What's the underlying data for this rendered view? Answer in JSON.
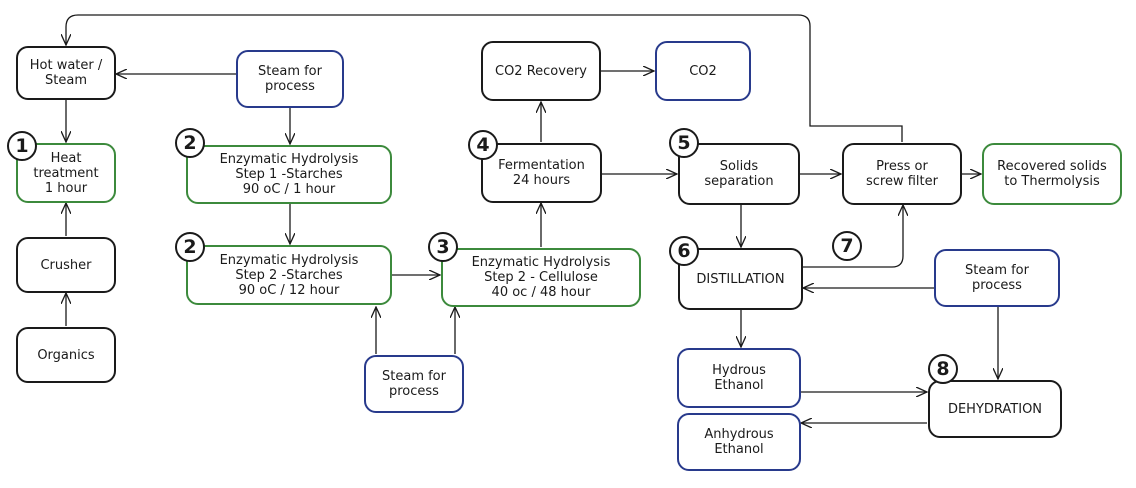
{
  "boxes": {
    "hot_water": "Hot water /\nSteam",
    "steam_top": "Steam for\nprocess",
    "heat_treatment": "Heat\ntreatment\n1 hour",
    "enzymatic_step1": "Enzymatic Hydrolysis\nStep 1 -Starches\n90 oC / 1 hour",
    "enzymatic_step2_starches": "Enzymatic Hydrolysis\nStep 2 -Starches\n90 oC / 12 hour",
    "crusher": "Crusher",
    "organics": "Organics",
    "steam_bottom": "Steam for\nprocess",
    "enzymatic_step2_cellulose": "Enzymatic Hydrolysis\nStep 2 - Cellulose\n40 oc / 48 hour",
    "co2_recovery": "CO2 Recovery",
    "co2": "CO2",
    "fermentation": "Fermentation\n24 hours",
    "solids_separation": "Solids\nseparation",
    "press_filter": "Press or\nscrew filter",
    "recovered_solids": "Recovered solids\nto Thermolysis",
    "distillation": "DISTILLATION",
    "steam_right": "Steam for\nprocess",
    "hydrous_ethanol": "Hydrous\nEthanol",
    "anhydrous_ethanol": "Anhydrous\nEthanol",
    "dehydration": "DEHYDRATION"
  },
  "steps": {
    "n1": "1",
    "n2a": "2",
    "n2b": "2",
    "n3": "3",
    "n4": "4",
    "n5": "5",
    "n6": "6",
    "n7": "7",
    "n8": "8"
  },
  "colors": {
    "line": "#1a1a1a",
    "green": "#3c8a3c",
    "blue": "#283a8c"
  }
}
